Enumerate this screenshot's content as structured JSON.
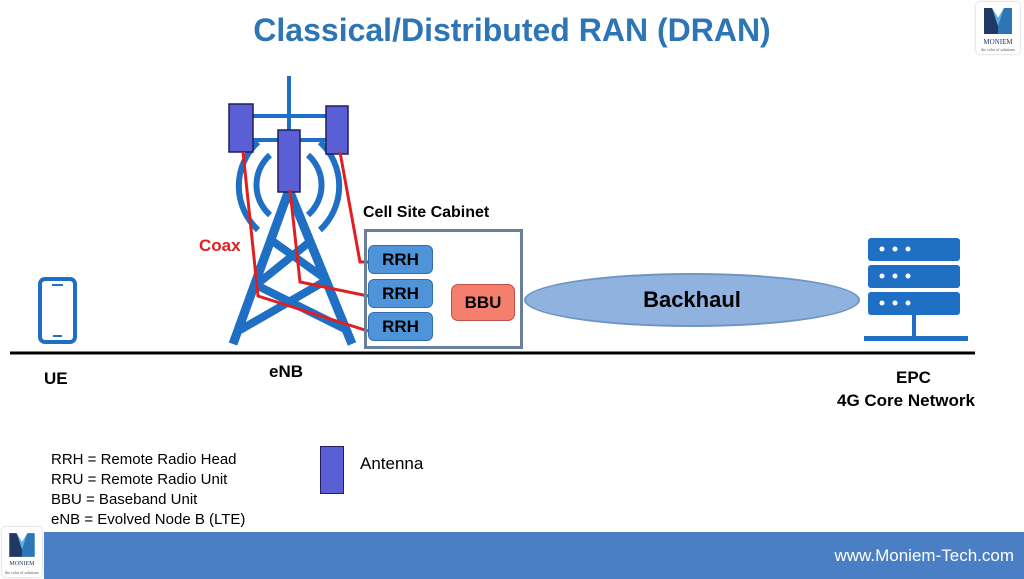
{
  "title": "Classical/Distributed RAN (DRAN)",
  "logo": {
    "brand": "MONIEM",
    "tagline": "the color of solutions"
  },
  "labels": {
    "coax": "Coax",
    "cabinet": "Cell Site Cabinet",
    "ue": "UE",
    "enb": "eNB",
    "epc": "EPC",
    "core": "4G Core Network"
  },
  "cabinet_units": {
    "rrh": [
      "RRH",
      "RRH",
      "RRH"
    ],
    "bbu": "BBU"
  },
  "backhaul": "Backhaul",
  "legend": [
    "RRH = Remote Radio Head",
    "RRU = Remote Radio Unit",
    "BBU = Baseband Unit",
    "eNB = Evolved Node B (LTE)"
  ],
  "antenna_key": "Antenna",
  "footer_url": "www.Moniem-Tech.com",
  "colors": {
    "title": "#2e75b6",
    "tower": "#1f6fc5",
    "antenna": "#5a5fd6",
    "rrh": "#4f93d9",
    "bbu": "#f47f6d",
    "coax": "#e02020",
    "footer": "#4a7fc6"
  },
  "icons": [
    "phone-icon",
    "tower-icon",
    "server-rack-icon",
    "moniem-logo-icon"
  ]
}
